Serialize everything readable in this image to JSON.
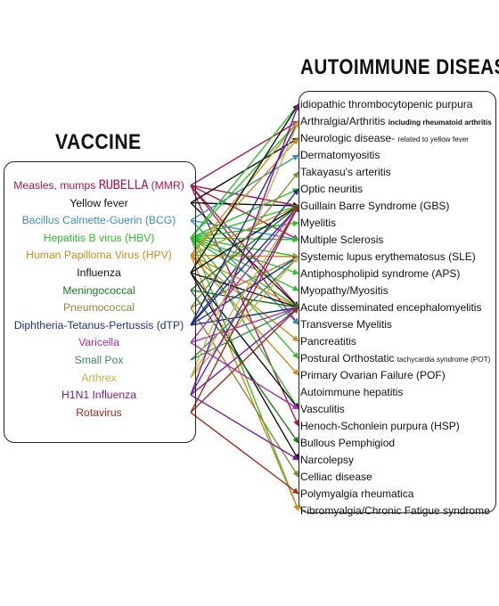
{
  "titles": {
    "vaccine": "VACCINE",
    "autoimmune": "AUTOIMMUNE DISEASE"
  },
  "vaccines": [
    {
      "label": "Measles, mumps ",
      "highlight": "RUBELLA",
      "suffix": " (MMR)",
      "color": "#b0174a"
    },
    {
      "label": "Yellow fever",
      "color": "#111111"
    },
    {
      "label": "Bacillus Calmette-Guerin (BCG)",
      "color": "#3a8fb5"
    },
    {
      "label": "Hepatitis B virus (HBV)",
      "color": "#2fbf2f"
    },
    {
      "label": "Human Papilloma Virus (HPV)",
      "color": "#d08a1a"
    },
    {
      "label": "Influenza",
      "color": "#111111"
    },
    {
      "label": "Meningococcal",
      "color": "#1a7a1a"
    },
    {
      "label": "Pneumococcal",
      "color": "#8a8a3a"
    },
    {
      "label": "Diphtheria-Tetanus-Pertussis (dTP)",
      "color": "#1f2f8f"
    },
    {
      "label": "Varicella",
      "color": "#b02ab0"
    },
    {
      "label": "Small Pox",
      "color": "#3a8a5a"
    },
    {
      "label": "Arthrex",
      "color": "#c8b04a"
    },
    {
      "label": "H1N1 Influenza",
      "color": "#7a1aa0"
    },
    {
      "label": "Rotavirus",
      "color": "#a02a1a"
    }
  ],
  "diseases": [
    {
      "label": "idiopathic thrombocytopenic purpura"
    },
    {
      "label": "Arthralgia/Arthritis ",
      "note": "including rheumatoid arthritis",
      "note_style": "bold"
    },
    {
      "label": "Neurologic disease- ",
      "note": "related to yellow fever",
      "note_style": "normal"
    },
    {
      "label": "Dermatomyositis"
    },
    {
      "label": "Takayasu's arteritis"
    },
    {
      "label": "Optic neuritis"
    },
    {
      "label": "Guillain Barre Syndrome (GBS)"
    },
    {
      "label": "Myelitis"
    },
    {
      "label": "Multiple Sclerosis"
    },
    {
      "label": "Systemic lupus erythematosus (SLE)"
    },
    {
      "label": "Antiphospholipid syndrome (APS)"
    },
    {
      "label": "Myopathy/Myositis"
    },
    {
      "label": "Acute disseminated encephalomyelitis"
    },
    {
      "label": "Transverse Myelitis"
    },
    {
      "label": "Pancreatitis"
    },
    {
      "label": "Postural Orthostatic ",
      "note": "tachycardia syndrome (POT)",
      "note_style": "normal"
    },
    {
      "label": "Primary Ovarian Failure (POF)"
    },
    {
      "label": "Autoimmune hepatitis"
    },
    {
      "label": "Vasculitis"
    },
    {
      "label": "Henoch-Schonlein purpura (HSP)"
    },
    {
      "label": "Bullous Pemphigiod"
    },
    {
      "label": "Narcolepsy"
    },
    {
      "label": "Celliac disease"
    },
    {
      "label": "Polymyalgia rheumatica"
    },
    {
      "label": "Fibromyalgia/Chronic Fatigue syndrome"
    }
  ],
  "links": [
    [
      0,
      1
    ],
    [
      0,
      6
    ],
    [
      0,
      8
    ],
    [
      0,
      12
    ],
    [
      0,
      13
    ],
    [
      0,
      19
    ],
    [
      1,
      2
    ],
    [
      1,
      12
    ],
    [
      1,
      6
    ],
    [
      2,
      3
    ],
    [
      2,
      8
    ],
    [
      2,
      13
    ],
    [
      3,
      0
    ],
    [
      3,
      1
    ],
    [
      3,
      5
    ],
    [
      3,
      6
    ],
    [
      3,
      7
    ],
    [
      3,
      8
    ],
    [
      3,
      9
    ],
    [
      3,
      10
    ],
    [
      3,
      11
    ],
    [
      3,
      12
    ],
    [
      3,
      15
    ],
    [
      3,
      18
    ],
    [
      3,
      24
    ],
    [
      4,
      1
    ],
    [
      4,
      2
    ],
    [
      4,
      6
    ],
    [
      4,
      9
    ],
    [
      4,
      12
    ],
    [
      4,
      14
    ],
    [
      4,
      16
    ],
    [
      4,
      24
    ],
    [
      5,
      0
    ],
    [
      5,
      6
    ],
    [
      5,
      12
    ],
    [
      5,
      18
    ],
    [
      5,
      21
    ],
    [
      6,
      6
    ],
    [
      6,
      12
    ],
    [
      6,
      20
    ],
    [
      7,
      4
    ],
    [
      7,
      9
    ],
    [
      7,
      22
    ],
    [
      8,
      1
    ],
    [
      8,
      5
    ],
    [
      8,
      6
    ],
    [
      8,
      9
    ],
    [
      8,
      12
    ],
    [
      9,
      6
    ],
    [
      9,
      12
    ],
    [
      9,
      18
    ],
    [
      10,
      9
    ],
    [
      10,
      12
    ],
    [
      11,
      1
    ],
    [
      11,
      6
    ],
    [
      11,
      9
    ],
    [
      12,
      0
    ],
    [
      12,
      6
    ],
    [
      12,
      12
    ],
    [
      12,
      21
    ],
    [
      13,
      6
    ],
    [
      13,
      12
    ],
    [
      13,
      23
    ]
  ]
}
